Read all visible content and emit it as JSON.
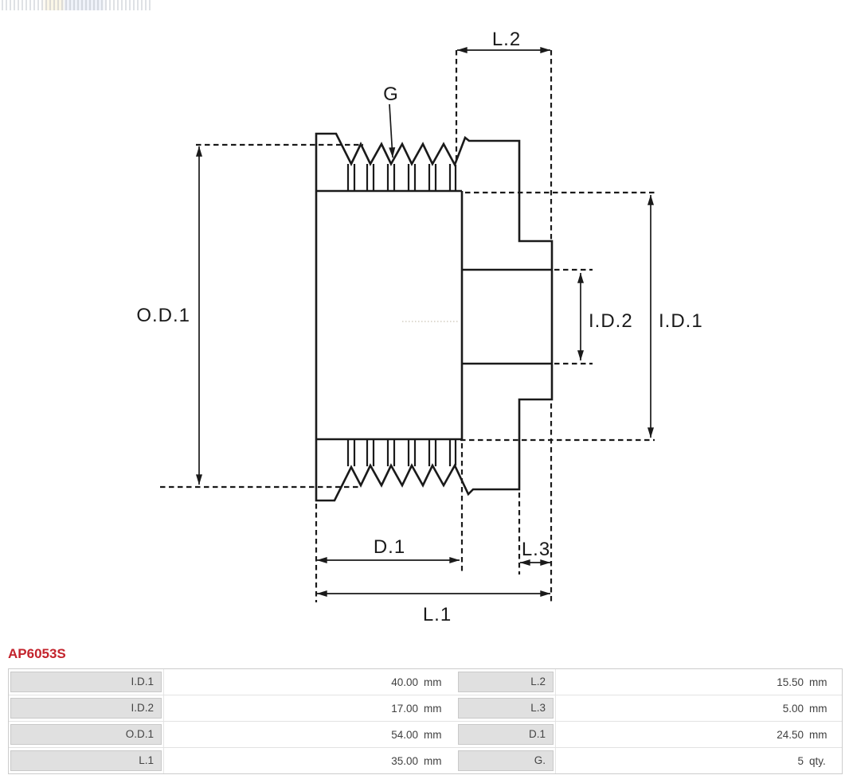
{
  "part": {
    "number": "AP6053S",
    "accent_color": "#c3232c"
  },
  "drawing": {
    "line_color": "#1a1a1a",
    "labels": {
      "g": "G",
      "l2": "L.2",
      "od1": "O.D.1",
      "id1": "I.D.1",
      "id2": "I.D.2",
      "d1": "D.1",
      "l3": "L.3",
      "l1": "L.1"
    }
  },
  "decor": {
    "partial_logo": "as-pl-logo-strip-cropped"
  },
  "spec_table": {
    "rows": [
      {
        "left_label": "I.D.1",
        "left_value": "40.00",
        "left_unit": "mm",
        "right_label": "L.2",
        "right_value": "15.50",
        "right_unit": "mm"
      },
      {
        "left_label": "I.D.2",
        "left_value": "17.00",
        "left_unit": "mm",
        "right_label": "L.3",
        "right_value": "5.00",
        "right_unit": "mm"
      },
      {
        "left_label": "O.D.1",
        "left_value": "54.00",
        "left_unit": "mm",
        "right_label": "D.1",
        "right_value": "24.50",
        "right_unit": "mm"
      },
      {
        "left_label": "L.1",
        "left_value": "35.00",
        "left_unit": "mm",
        "right_label": "G.",
        "right_value": "5",
        "right_unit": "qty."
      }
    ]
  }
}
